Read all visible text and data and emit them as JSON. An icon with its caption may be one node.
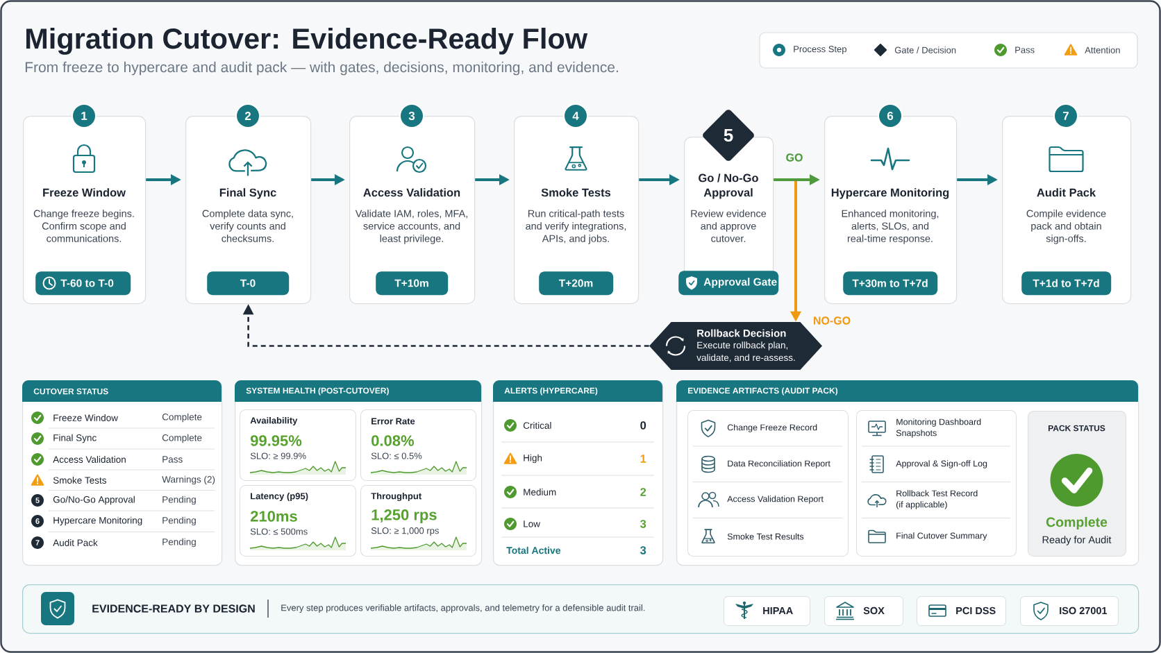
{
  "diagram": {
    "title": "Migration Cutover: Evidence-Ready Flow",
    "nodes": [
      {
        "text": [
          "1"
        ]
      },
      {
        "text": [
          "Freeze Window",
          "Change freeze begins. Confirm scope and communications."
        ]
      },
      {
        "text": [
          "T-60 to T-0"
        ],
        "in": 1
      },
      {
        "text": [
          "2"
        ]
      },
      {
        "text": [
          "Final Sync",
          "Complete data sync, verify counts and checksums."
        ]
      },
      {
        "text": [
          "T-0"
        ],
        "in": 4
      },
      {
        "text": [
          "3"
        ]
      },
      {
        "text": [
          "Access Validation",
          "Validate IAM, roles, MFA, service accounts, and least privilege."
        ]
      },
      {
        "text": [
          "T+10m"
        ],
        "in": 7
      },
      {
        "text": [
          "4"
        ]
      },
      {
        "text": [
          "Smoke Tests",
          "Run critical-path tests and verify integrations, APIs, and jobs."
        ]
      },
      {
        "text": [
          "T+20m"
        ],
        "in": 10
      },
      {
        "text": [
          "5"
        ]
      },
      {
        "text": [
          "Go / No-Go Approval",
          "Review evidence and approve cutover."
        ]
      },
      {
        "text": [
          "Approval Gate"
        ]
      },
      {
        "text": [
          "6"
        ]
      },
      {
        "text": [
          "Hypercare Monitoring",
          "Enhanced monitoring, alerts, SLOs, and real-time response."
        ]
      },
      {
        "text": [
          "T+30m to T+7d"
        ],
        "in": 16
      },
      {
        "text": [
          "7"
        ]
      },
      {
        "text": [
          "Audit Pack",
          "Compile evidence pack and obtain sign-offs."
        ]
      },
      {
        "text": [
          "T+1d to T+7d"
        ],
        "in": 19
      },
      {
        "text": [
          "Rollback Decision",
          "Execute rollback plan, validate, and re-assess."
        ]
      },
      {
        "text": [
          "CUTOVER STATUS",
          "Freeze Window",
          "Complete",
          "Final Sync",
          "Complete",
          "Access Validation",
          "Pass",
          "Smoke Tests",
          "Warnings (2)",
          "Go/No-Go Approval",
          "Pending",
          "Hypercare Monitoring",
          "Pending",
          "Audit Pack",
          "Pending"
        ]
      },
      {
        "text": [
          "5"
        ],
        "in": 22
      },
      {
        "text": [
          "6"
        ],
        "in": 22
      },
      {
        "text": [
          "7"
        ],
        "in": 22
      },
      {
        "text": [
          "SYSTEM HEALTH (POST-CUTOVER)"
        ]
      },
      {
        "text": [
          "Availability",
          "99.95%",
          "SLO: ≥ 99.9%"
        ],
        "in": 26
      },
      {
        "text": [
          "Error Rate",
          "0.08%",
          "SLO: ≤ 0.5%"
        ],
        "in": 26
      },
      {
        "text": [
          "Latency (p95)",
          "210ms",
          "SLO: ≤ 500ms"
        ],
        "in": 26
      },
      {
        "text": [
          "Throughput",
          "1,250 rps",
          "SLO: ≥ 1,000 rps"
        ],
        "in": 26
      },
      {
        "text": [
          "ALERTS (HYPERCARE)",
          "Critical",
          "0",
          "High",
          "1",
          "Medium",
          "2",
          "Low",
          "3",
          "Total Active",
          "3"
        ]
      },
      {
        "text": [
          "EVIDENCE ARTIFACTS (AUDIT PACK)"
        ]
      },
      {
        "text": [
          "Change Freeze Record",
          "Data Reconciliation Report",
          "Access Validation Report",
          "Smoke Test Results"
        ],
        "in": 32
      },
      {
        "text": [
          "Monitoring Dashboard Snapshots",
          "Approval & Sign-off Log",
          "Rollback Test Record (if applicable)",
          "Final Cutover Summary"
        ],
        "in": 32
      },
      {
        "text": [
          "PACK STATUS",
          "Complete",
          "Ready for Audit"
        ],
        "in": 32
      },
      {
        "text": [
          "EVIDENCE-READY BY DESIGN",
          "Every step produces verifiable artifacts, approvals, and telemetry for a defensible audit trail."
        ]
      },
      {
        "text": [
          "HIPAA"
        ],
        "in": 36
      },
      {
        "text": [
          "SOX"
        ],
        "in": 36
      },
      {
        "text": [
          "PCI DSS"
        ],
        "in": 36
      },
      {
        "text": [
          "ISO 27001"
        ],
        "in": 36
      }
    ],
    "edges": [
      {
        "from": 1,
        "to": 4,
        "arrow": "to"
      },
      {
        "from": 4,
        "to": 7,
        "arrow": "to"
      },
      {
        "from": 7,
        "to": 10,
        "arrow": "to"
      },
      {
        "from": 10,
        "to": 13,
        "arrow": "to"
      },
      {
        "from": 13,
        "to": 16,
        "arrow": "to",
        "label": "GO",
        "color": "#4e9a3c"
      },
      {
        "from": 16,
        "to": 19,
        "arrow": "to"
      },
      {
        "from": 13,
        "to": 21,
        "arrow": "to",
        "label": "NO-GO",
        "color": "#f09a12"
      },
      {
        "from": 21,
        "to": 4,
        "arrow": "to",
        "style": "dashed",
        "color": "#1f2a37"
      }
    ],
    "labels": [
      "From freeze to hypercare and audit pack — with gates, decisions, monitoring, and evidence."
    ],
    "legend": [
      {
        "text": "Process Step"
      },
      {
        "text": "Gate / Decision"
      },
      {
        "text": "Pass"
      },
      {
        "text": "Attention"
      }
    ]
  }
}
